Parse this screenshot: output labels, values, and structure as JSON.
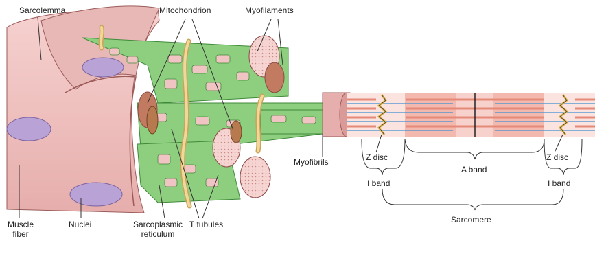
{
  "labels": {
    "sarcolemma": "Sarcolemma",
    "mitochondrion": "Mitochondrion",
    "myofilaments": "Myofilaments",
    "myofibrils": "Myofibrils",
    "muscle_fiber_1": "Muscle",
    "muscle_fiber_2": "fiber",
    "nuclei": "Nuclei",
    "sr_1": "Sarcoplasmic",
    "sr_2": "reticulum",
    "t_tubules": "T tubules",
    "z_disc_left": "Z disc",
    "z_disc_right": "Z disc",
    "a_band": "A band",
    "i_band_left": "I band",
    "i_band_right": "I band",
    "sarcomere": "Sarcomere"
  },
  "colors": {
    "fiber": "#f0c4c2",
    "fiber_dark": "#d99a98",
    "sr_green": "#7cc36e",
    "sr_outline": "#3f8a3a",
    "t_tubule": "#f2d79a",
    "nucleus": "#b9a2d6",
    "thin_filament": "#3f8fd0",
    "thick_filament": "#e58a78",
    "z_disc": "#e0b44a",
    "line": "#333333"
  }
}
